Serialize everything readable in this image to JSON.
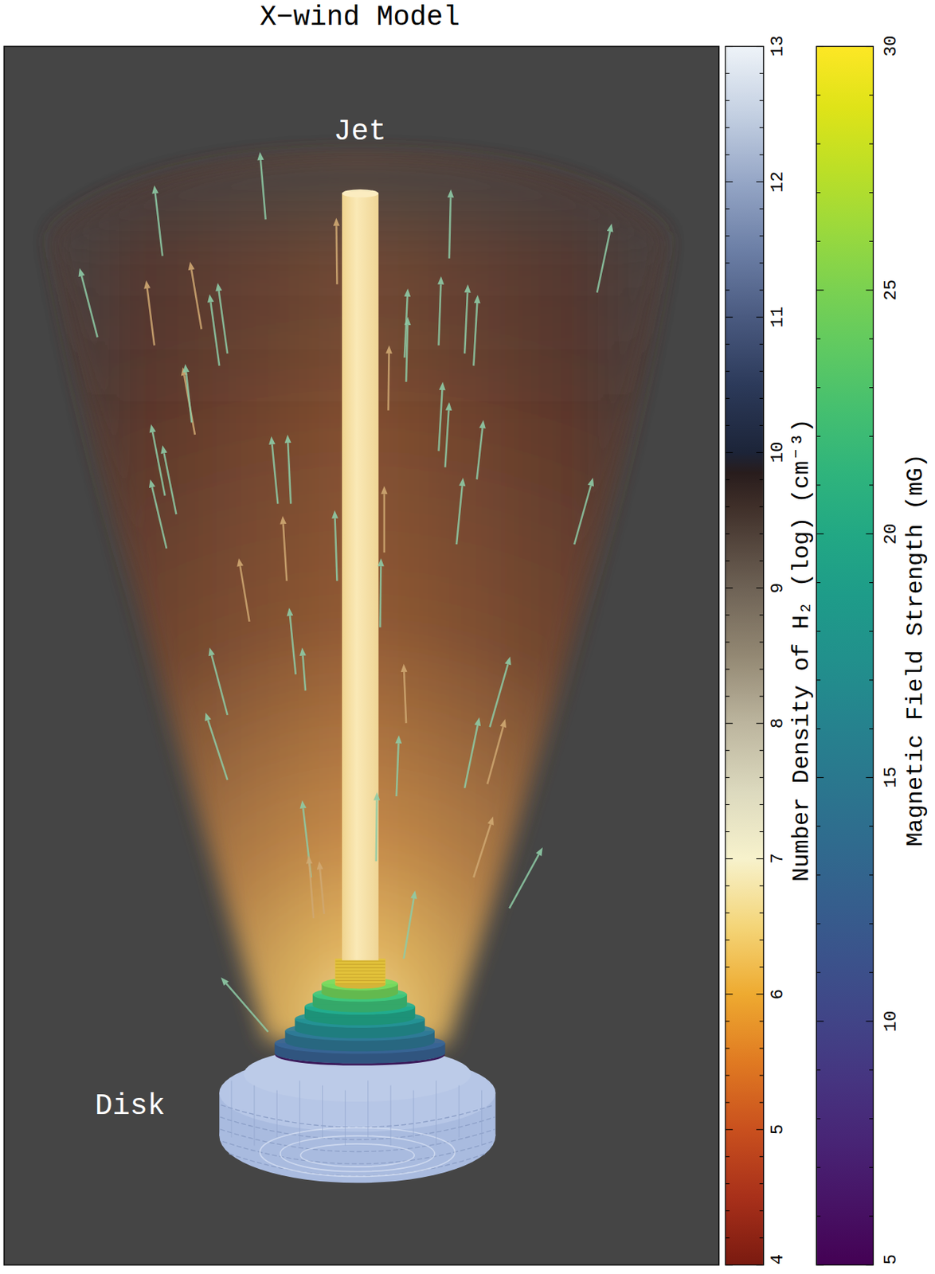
{
  "diagram": {
    "title": "X−wind Model",
    "labels": [
      "Jet",
      "Disk",
      "4",
      "5",
      "6",
      "7",
      "8",
      "9",
      "10",
      "11",
      "12",
      "13",
      "Number Density of H₂ (log) (cm⁻³)",
      "5",
      "10",
      "15",
      "20",
      "25",
      "30",
      "Magnetic Field Strength (mG)"
    ]
  }
}
